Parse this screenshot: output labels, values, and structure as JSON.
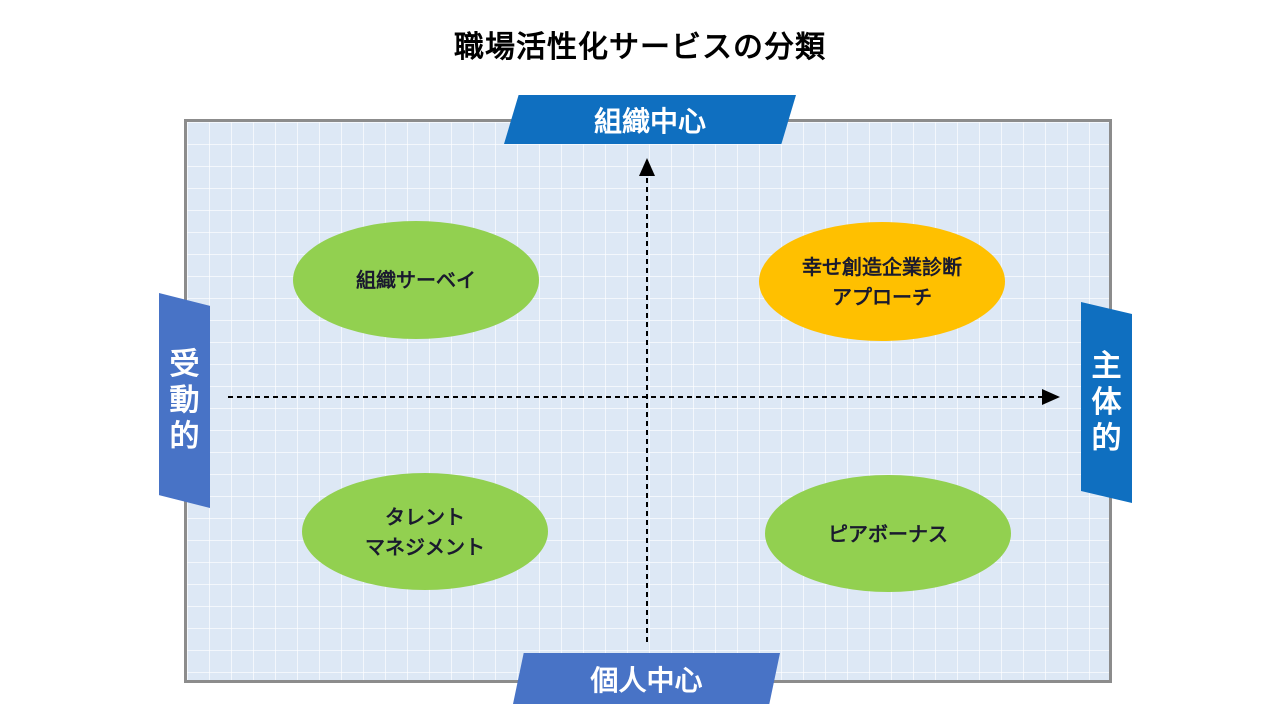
{
  "title": "職場活性化サービスの分類",
  "axes": {
    "top": "組織中心",
    "bottom": "個人中心",
    "left": [
      "受",
      "動",
      "的"
    ],
    "right": [
      "主",
      "体",
      "的"
    ]
  },
  "quadrants": {
    "top_left": {
      "lines": [
        "組織サーベイ"
      ]
    },
    "top_right": {
      "lines": [
        "幸せ創造企業診断",
        "アプローチ"
      ]
    },
    "bottom_left": {
      "lines": [
        "タレント",
        "マネジメント"
      ]
    },
    "bottom_right": {
      "lines": [
        "ピアボーナス"
      ]
    }
  },
  "colors": {
    "panel_bg": "#dde8f5",
    "banner_blue": "#0f6fc0",
    "banner_blue_light": "#4873c6",
    "ellipse_green": "#92d050",
    "ellipse_orange": "#ffc000"
  }
}
